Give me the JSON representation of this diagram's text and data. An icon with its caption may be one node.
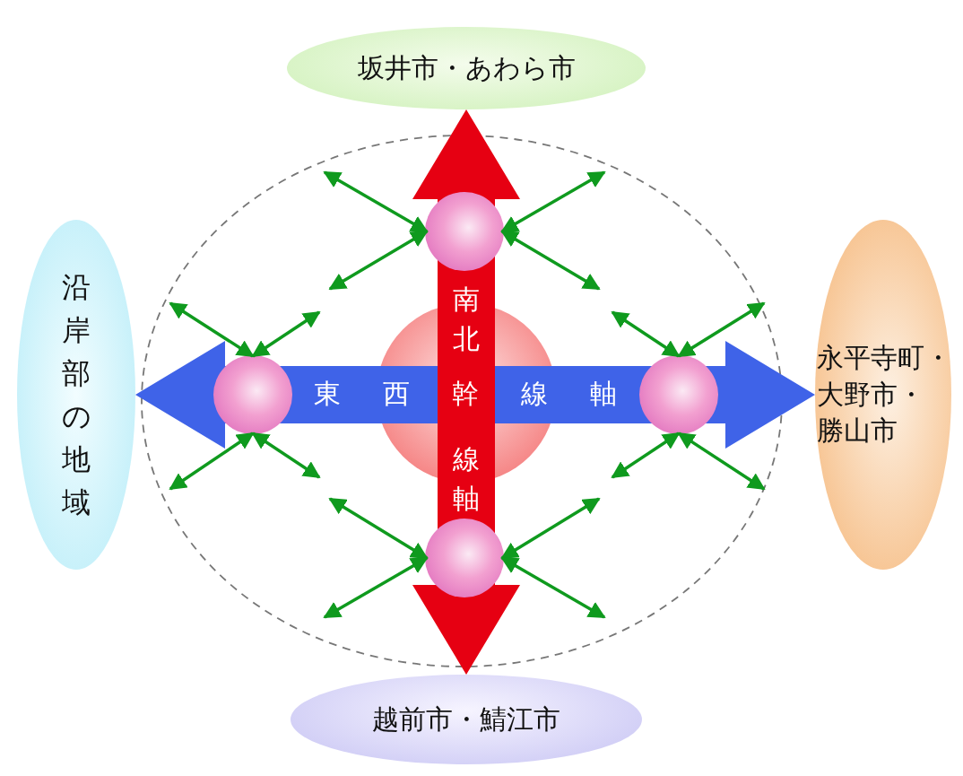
{
  "diagram": {
    "nodes": [
      {
        "text": [
          "坂井市・あわら市"
        ]
      },
      {
        "text": [
          "沿岸部の地域"
        ]
      },
      {
        "text": [
          "永平寺町・大野市・勝山市"
        ]
      },
      {
        "text": [
          "越前市・鯖江市"
        ]
      },
      {
        "text": [],
        "shape": "circle"
      },
      {
        "text": [],
        "shape": "circle"
      },
      {
        "text": [],
        "shape": "circle"
      },
      {
        "text": [],
        "shape": "circle"
      },
      {
        "text": [],
        "shape": "circle"
      }
    ],
    "edges": [
      {
        "from": 3,
        "to": 0,
        "arrow": "both",
        "color": "#e60012",
        "style": "thick"
      },
      {
        "from": 1,
        "to": 2,
        "arrow": "both",
        "label": "東西幹線軸",
        "color": "#3f63e8",
        "style": "thick"
      },
      {
        "from": 5,
        "to": null,
        "arrow": "both"
      },
      {
        "from": 5,
        "to": null,
        "arrow": "both"
      },
      {
        "from": 5,
        "to": null,
        "arrow": "both"
      },
      {
        "from": 5,
        "to": null,
        "arrow": "both"
      },
      {
        "from": 6,
        "to": null,
        "arrow": "both"
      },
      {
        "from": 6,
        "to": null,
        "arrow": "both"
      },
      {
        "from": 6,
        "to": null,
        "arrow": "both"
      },
      {
        "from": 6,
        "to": null,
        "arrow": "both"
      },
      {
        "from": 7,
        "to": null,
        "arrow": "both"
      },
      {
        "from": 7,
        "to": null,
        "arrow": "both"
      },
      {
        "from": 7,
        "to": null,
        "arrow": "both"
      },
      {
        "from": 7,
        "to": null,
        "arrow": "both"
      },
      {
        "from": 8,
        "to": null,
        "arrow": "both"
      },
      {
        "from": 8,
        "to": null,
        "arrow": "both"
      },
      {
        "from": 8,
        "to": null,
        "arrow": "both"
      },
      {
        "from": 8,
        "to": null,
        "arrow": "both"
      }
    ],
    "labels": [
      "南北",
      "線軸"
    ]
  }
}
